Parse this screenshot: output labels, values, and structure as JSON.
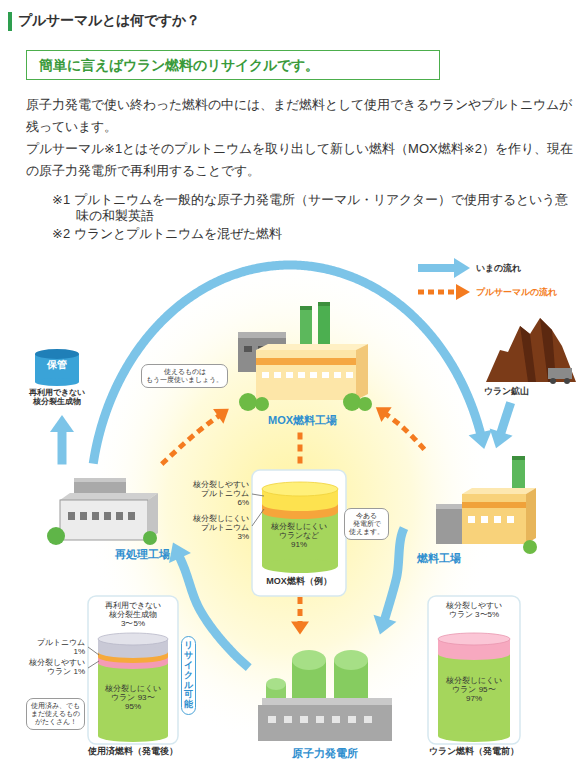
{
  "diagram": {
    "title": "プルサーマルとは何ですか？",
    "nodes": [
      {
        "text": [
          "簡単に言えばウラン燃料のリサイクルです。"
        ]
      },
      {
        "text": [
          "保管",
          "再利用できない 核分裂生成物"
        ]
      },
      {
        "text": [
          "MOX燃料工場"
        ]
      },
      {
        "text": [
          "使えるものは もう一度使いましょう。"
        ]
      },
      {
        "text": [
          "ウラン鉱山"
        ]
      },
      {
        "text": [
          "再処理工場"
        ]
      },
      {
        "text": [
          "核分裂しやすい プルトニウム 6%",
          "核分裂しにくい プルトニウム 3%",
          "核分裂しにくい ウランなど 91%",
          "MOX燃料（例）"
        ]
      },
      {
        "text": [
          "今ある 発電所で 使えます。"
        ]
      },
      {
        "text": [
          "燃料工場"
        ]
      },
      {
        "text": [
          "再利用できない 核分裂生成物 3〜5%",
          "プルトニウム 1%",
          "核分裂しやすい ウラン 1%",
          "核分裂しにくい ウラン 93〜95%",
          "使用済燃料（発電後）"
        ]
      },
      {
        "text": [
          "リサイクル可能"
        ]
      },
      {
        "text": [
          "使用済み、でも まだ使えるもの がたくさん！"
        ]
      },
      {
        "text": [
          "核分裂しやすい ウラン 3〜5%",
          "核分裂しにくい ウラン 95〜97%",
          "ウラン燃料（発電前）"
        ]
      },
      {
        "text": [
          "原子力発電所"
        ]
      }
    ],
    "edges": [
      {
        "from": 5,
        "to": 2,
        "arrow": "to"
      },
      {
        "from": 8,
        "to": 2,
        "arrow": "to"
      },
      {
        "from": 2,
        "to": 6,
        "arrow": "none"
      },
      {
        "from": 6,
        "to": 13,
        "arrow": "to"
      },
      {
        "from": 4,
        "to": 8,
        "arrow": "to"
      },
      {
        "from": 5,
        "to": 8,
        "arrow": "to"
      },
      {
        "from": 8,
        "to": 13,
        "arrow": "to"
      },
      {
        "from": 13,
        "to": 5,
        "arrow": "to"
      },
      {
        "from": 5,
        "to": 1,
        "arrow": "to"
      }
    ],
    "labels": [
      "原子力発電で使い終わった燃料の中には、まだ燃料として使用できるウランやプルトニウムが残っています。",
      "プルサーマル※1とはそのプルトニウムを取り出して新しい燃料（MOX燃料※2）を作り、現在の原子力発電所で再利用することです。",
      "※1 プルトニウムを一般的な原子力発電所（サーマル・リアクター）で使用するという意味の和製英語",
      "※2 ウランとプルトニウムを混ぜた燃料"
    ],
    "legend": [
      {
        "text": "いまの流れ"
      },
      {
        "text": "プルサーマルの流れ"
      }
    ]
  }
}
